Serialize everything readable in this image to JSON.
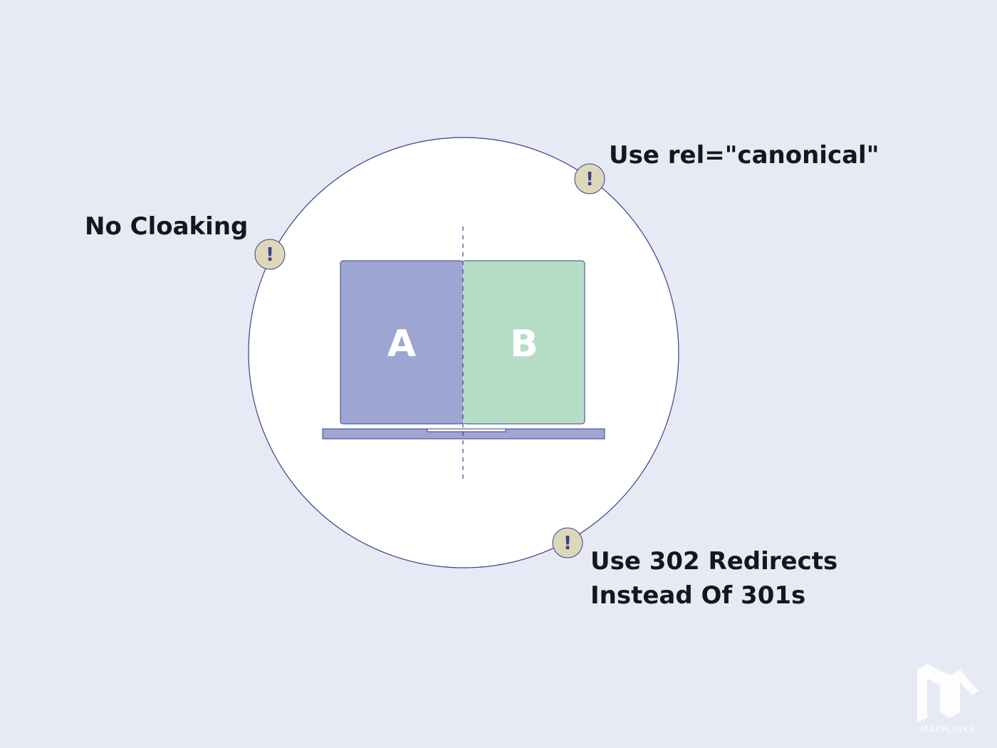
{
  "labels": {
    "no_cloaking": "No Cloaking",
    "canonical": "Use rel=\"canonical\"",
    "redirects_line1": "Use 302 Redirects",
    "redirects_line2": "Instead Of 301s"
  },
  "screen": {
    "left_letter": "A",
    "right_letter": "B"
  },
  "warning_icon": {
    "name": "exclamation-icon",
    "glyph": "!"
  },
  "brand": {
    "name": "MAPPLINKS"
  },
  "colors": {
    "background": "#e7e9f5",
    "circle_fill": "#ffffff",
    "circle_stroke": "#3a3f8f",
    "variant_a": "#9da5d3",
    "variant_b": "#b6dec6",
    "laptop_base": "#9da5d3",
    "warning_fill": "#ddd8b9",
    "warning_glyph": "#3a3f8f",
    "text": "#15171c"
  }
}
